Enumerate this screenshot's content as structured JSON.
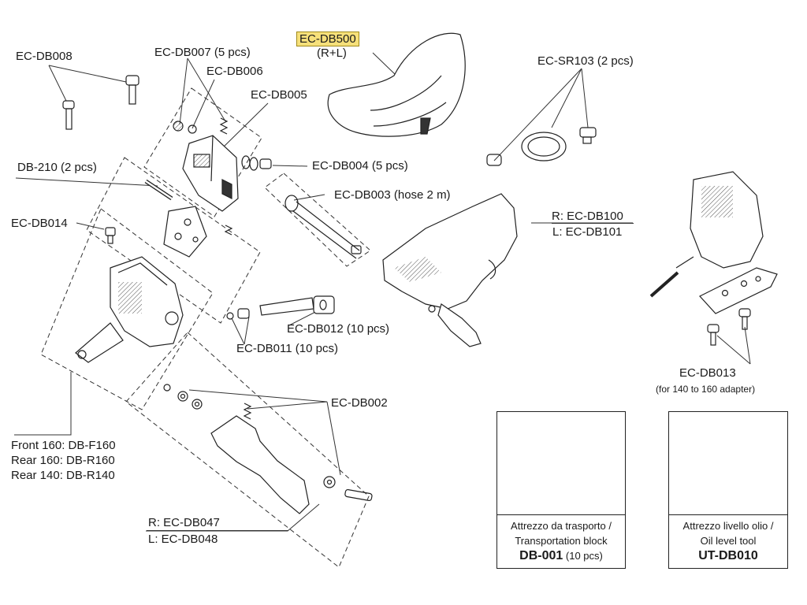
{
  "labels": {
    "ec_db008": "EC-DB008",
    "ec_db007": "EC-DB007 (5 pcs)",
    "ec_db006": "EC-DB006",
    "ec_db005": "EC-DB005",
    "ec_db500": "EC-DB500",
    "ec_db500_sub": "(R+L)",
    "ec_sr103": "EC-SR103 (2 pcs)",
    "db_210": "DB-210 (2 pcs)",
    "ec_db004": "EC-DB004 (5 pcs)",
    "ec_db003": "EC-DB003 (hose 2 m)",
    "ec_db014": "EC-DB014",
    "ec_db100": "R: EC-DB100",
    "ec_db101": "L: EC-DB101",
    "ec_db012": "EC-DB012 (10 pcs)",
    "ec_db011": "EC-DB011 (10 pcs)",
    "ec_db013": "EC-DB013",
    "ec_db013_sub": "(for 140 to 160 adapter)",
    "ec_db002": "EC-DB002",
    "front_160": "Front 160: DB-F160",
    "rear_160": "Rear 160: DB-R160",
    "rear_140": "Rear 140: DB-R140",
    "ec_db047": "R: EC-DB047",
    "ec_db048": "L: EC-DB048"
  },
  "tools": [
    {
      "caption_line1": "Attrezzo da trasporto /",
      "caption_line2": "Transportation block",
      "code": "DB-001",
      "qty": " (10 pcs)"
    },
    {
      "caption_line1": "Attrezzo livello olio /",
      "caption_line2": "Oil level tool",
      "code": "UT-DB010",
      "qty": ""
    }
  ],
  "highlight_color": "#f6e07a"
}
